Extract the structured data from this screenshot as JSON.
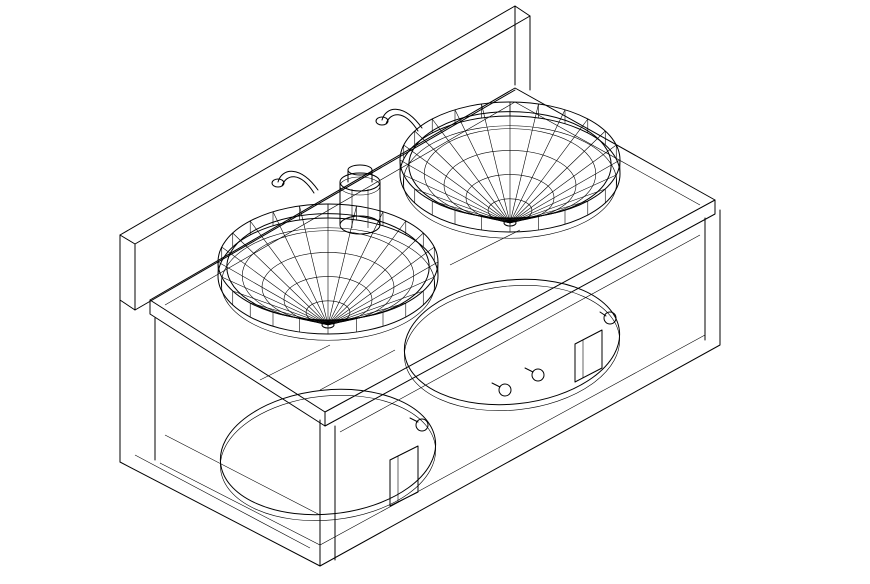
{
  "drawing": {
    "type": "wireframe-isometric",
    "subject": "",
    "background_color": "#ffffff",
    "line_color": "#000000",
    "components": [
      "backsplash",
      "countertop",
      "vanity-cabinet",
      "vessel-sink-left",
      "vessel-sink-right",
      "faucet-left",
      "faucet-right",
      "soap-dispenser",
      "plumbing-ring-left",
      "plumbing-ring-right",
      "valve-knob-left",
      "valve-knob-right",
      "valve-knob-center-1",
      "valve-knob-center-2",
      "access-panel-left",
      "access-panel-right"
    ]
  }
}
